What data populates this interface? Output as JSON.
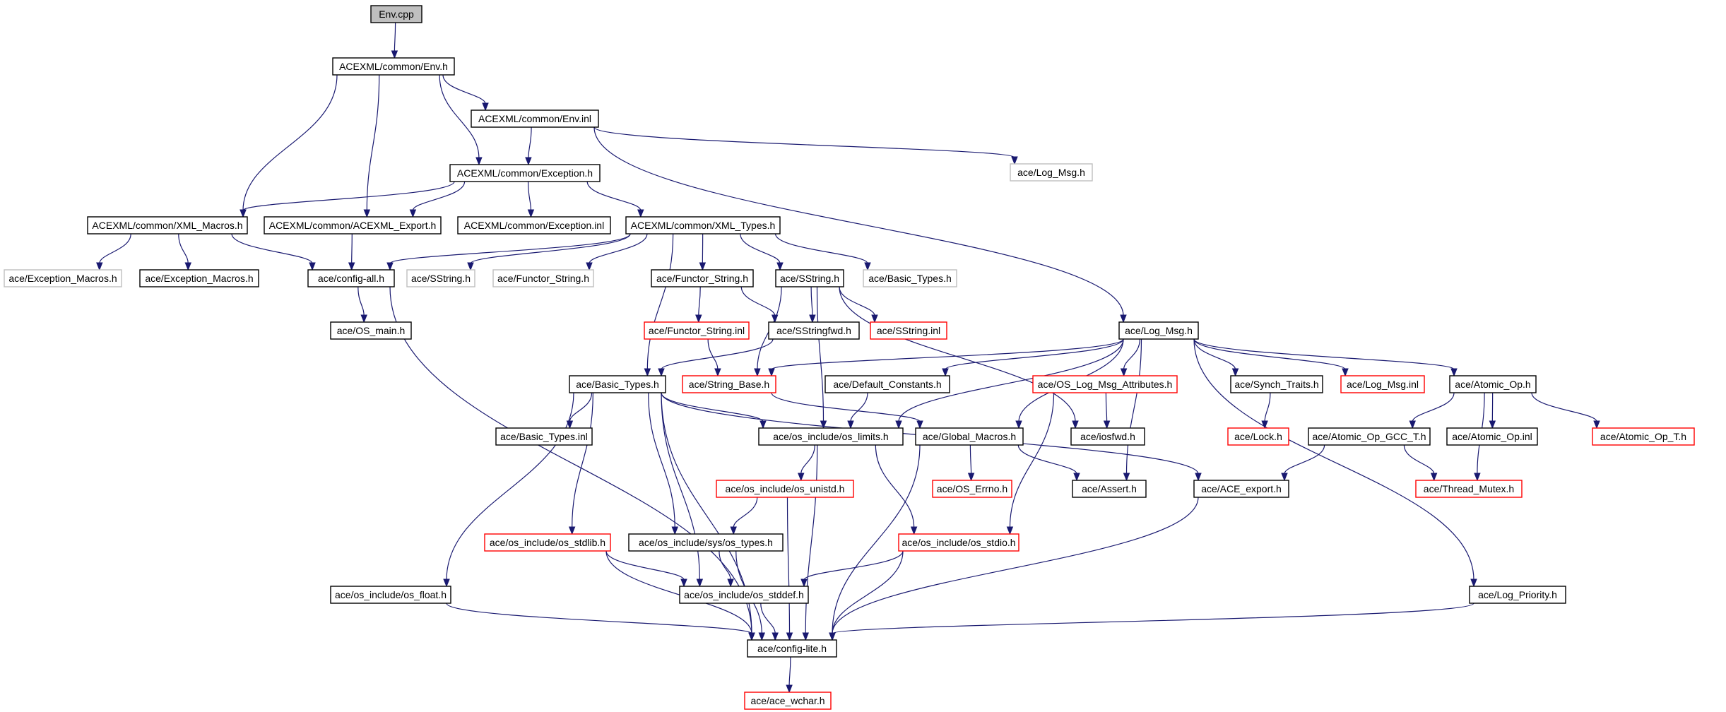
{
  "colors": {
    "edge": "#191970",
    "normal_border": "#000000",
    "normal_fill": "#ffffff",
    "root_fill": "#bfbfbf",
    "missing_border": "#ff0000",
    "external_border": "#bfbfbf"
  },
  "nodes": [
    {
      "id": "n_env_cpp",
      "label": "Env.cpp",
      "kind": "root"
    },
    {
      "id": "n_env_h",
      "label": "ACEXML/common/Env.h",
      "kind": "normal"
    },
    {
      "id": "n_env_inl",
      "label": "ACEXML/common/Env.inl",
      "kind": "normal"
    },
    {
      "id": "n_log_msg_ext",
      "label": "ace/Log_Msg.h",
      "kind": "external"
    },
    {
      "id": "n_exception_h",
      "label": "ACEXML/common/Exception.h",
      "kind": "normal"
    },
    {
      "id": "n_xml_macros",
      "label": "ACEXML/common/XML_Macros.h",
      "kind": "normal"
    },
    {
      "id": "n_acexml_export",
      "label": "ACEXML/common/ACEXML_Export.h",
      "kind": "normal"
    },
    {
      "id": "n_exception_inl",
      "label": "ACEXML/common/Exception.inl",
      "kind": "normal"
    },
    {
      "id": "n_xml_types",
      "label": "ACEXML/common/XML_Types.h",
      "kind": "normal"
    },
    {
      "id": "n_exc_macros_ext",
      "label": "ace/Exception_Macros.h",
      "kind": "external"
    },
    {
      "id": "n_exc_macros",
      "label": "ace/Exception_Macros.h",
      "kind": "normal"
    },
    {
      "id": "n_config_all",
      "label": "ace/config-all.h",
      "kind": "normal"
    },
    {
      "id": "n_sstring_ext",
      "label": "ace/SString.h",
      "kind": "external"
    },
    {
      "id": "n_functor_string_ext",
      "label": "ace/Functor_String.h",
      "kind": "external"
    },
    {
      "id": "n_functor_string",
      "label": "ace/Functor_String.h",
      "kind": "normal"
    },
    {
      "id": "n_sstring",
      "label": "ace/SString.h",
      "kind": "normal"
    },
    {
      "id": "n_basic_types_ext",
      "label": "ace/Basic_Types.h",
      "kind": "external"
    },
    {
      "id": "n_os_main",
      "label": "ace/OS_main.h",
      "kind": "normal"
    },
    {
      "id": "n_functor_string_inl",
      "label": "ace/Functor_String.inl",
      "kind": "missing"
    },
    {
      "id": "n_sstringfwd",
      "label": "ace/SStringfwd.h",
      "kind": "normal"
    },
    {
      "id": "n_sstring_inl",
      "label": "ace/SString.inl",
      "kind": "missing"
    },
    {
      "id": "n_log_msg",
      "label": "ace/Log_Msg.h",
      "kind": "normal"
    },
    {
      "id": "n_basic_types",
      "label": "ace/Basic_Types.h",
      "kind": "normal"
    },
    {
      "id": "n_string_base",
      "label": "ace/String_Base.h",
      "kind": "missing"
    },
    {
      "id": "n_default_constants",
      "label": "ace/Default_Constants.h",
      "kind": "normal"
    },
    {
      "id": "n_os_log_msg_attr",
      "label": "ace/OS_Log_Msg_Attributes.h",
      "kind": "missing"
    },
    {
      "id": "n_synch_traits",
      "label": "ace/Synch_Traits.h",
      "kind": "normal"
    },
    {
      "id": "n_log_msg_inl",
      "label": "ace/Log_Msg.inl",
      "kind": "missing"
    },
    {
      "id": "n_atomic_op",
      "label": "ace/Atomic_Op.h",
      "kind": "normal"
    },
    {
      "id": "n_basic_types_inl",
      "label": "ace/Basic_Types.inl",
      "kind": "normal"
    },
    {
      "id": "n_os_limits",
      "label": "ace/os_include/os_limits.h",
      "kind": "normal"
    },
    {
      "id": "n_global_macros",
      "label": "ace/Global_Macros.h",
      "kind": "normal"
    },
    {
      "id": "n_iosfwd",
      "label": "ace/iosfwd.h",
      "kind": "normal"
    },
    {
      "id": "n_lock",
      "label": "ace/Lock.h",
      "kind": "missing"
    },
    {
      "id": "n_atomic_op_gcc",
      "label": "ace/Atomic_Op_GCC_T.h",
      "kind": "normal"
    },
    {
      "id": "n_atomic_op_inl",
      "label": "ace/Atomic_Op.inl",
      "kind": "normal"
    },
    {
      "id": "n_atomic_op_t",
      "label": "ace/Atomic_Op_T.h",
      "kind": "missing"
    },
    {
      "id": "n_os_unistd",
      "label": "ace/os_include/os_unistd.h",
      "kind": "missing"
    },
    {
      "id": "n_os_errno",
      "label": "ace/OS_Errno.h",
      "kind": "missing"
    },
    {
      "id": "n_assert",
      "label": "ace/Assert.h",
      "kind": "normal"
    },
    {
      "id": "n_ace_export",
      "label": "ace/ACE_export.h",
      "kind": "normal"
    },
    {
      "id": "n_thread_mutex",
      "label": "ace/Thread_Mutex.h",
      "kind": "missing"
    },
    {
      "id": "n_os_stdlib",
      "label": "ace/os_include/os_stdlib.h",
      "kind": "missing"
    },
    {
      "id": "n_sys_os_types",
      "label": "ace/os_include/sys/os_types.h",
      "kind": "normal"
    },
    {
      "id": "n_os_stdio",
      "label": "ace/os_include/os_stdio.h",
      "kind": "missing"
    },
    {
      "id": "n_os_float",
      "label": "ace/os_include/os_float.h",
      "kind": "normal"
    },
    {
      "id": "n_os_stddef",
      "label": "ace/os_include/os_stddef.h",
      "kind": "normal"
    },
    {
      "id": "n_log_priority",
      "label": "ace/Log_Priority.h",
      "kind": "normal"
    },
    {
      "id": "n_config_lite",
      "label": "ace/config-lite.h",
      "kind": "normal"
    },
    {
      "id": "n_ace_wchar",
      "label": "ace/ace_wchar.h",
      "kind": "missing"
    }
  ],
  "edges": [
    [
      "n_env_cpp",
      "n_env_h"
    ],
    [
      "n_env_h",
      "n_env_inl"
    ],
    [
      "n_env_h",
      "n_exception_h"
    ],
    [
      "n_env_h",
      "n_xml_macros"
    ],
    [
      "n_env_h",
      "n_acexml_export"
    ],
    [
      "n_env_inl",
      "n_log_msg_ext"
    ],
    [
      "n_env_inl",
      "n_exception_h"
    ],
    [
      "n_env_inl",
      "n_log_msg"
    ],
    [
      "n_exception_h",
      "n_xml_macros"
    ],
    [
      "n_exception_h",
      "n_acexml_export"
    ],
    [
      "n_exception_h",
      "n_exception_inl"
    ],
    [
      "n_exception_h",
      "n_xml_types"
    ],
    [
      "n_xml_macros",
      "n_exc_macros_ext"
    ],
    [
      "n_xml_macros",
      "n_exc_macros"
    ],
    [
      "n_xml_macros",
      "n_config_all"
    ],
    [
      "n_acexml_export",
      "n_config_all"
    ],
    [
      "n_xml_types",
      "n_config_all"
    ],
    [
      "n_xml_types",
      "n_sstring_ext"
    ],
    [
      "n_xml_types",
      "n_functor_string_ext"
    ],
    [
      "n_xml_types",
      "n_functor_string"
    ],
    [
      "n_xml_types",
      "n_sstring"
    ],
    [
      "n_xml_types",
      "n_basic_types_ext"
    ],
    [
      "n_xml_types",
      "n_basic_types"
    ],
    [
      "n_config_all",
      "n_os_main"
    ],
    [
      "n_config_all",
      "n_config_lite"
    ],
    [
      "n_functor_string",
      "n_functor_string_inl"
    ],
    [
      "n_functor_string",
      "n_sstringfwd"
    ],
    [
      "n_functor_string_inl",
      "n_string_base"
    ],
    [
      "n_sstring",
      "n_sstringfwd"
    ],
    [
      "n_sstring",
      "n_sstring_inl"
    ],
    [
      "n_sstring",
      "n_string_base"
    ],
    [
      "n_sstring",
      "n_iosfwd"
    ],
    [
      "n_sstring",
      "n_os_limits"
    ],
    [
      "n_sstringfwd",
      "n_basic_types"
    ],
    [
      "n_log_msg",
      "n_string_base"
    ],
    [
      "n_log_msg",
      "n_default_constants"
    ],
    [
      "n_log_msg",
      "n_os_log_msg_attr"
    ],
    [
      "n_log_msg",
      "n_synch_traits"
    ],
    [
      "n_log_msg",
      "n_log_msg_inl"
    ],
    [
      "n_log_msg",
      "n_atomic_op"
    ],
    [
      "n_log_msg",
      "n_global_macros"
    ],
    [
      "n_log_msg",
      "n_assert"
    ],
    [
      "n_log_msg",
      "n_os_limits"
    ],
    [
      "n_log_msg",
      "n_log_priority"
    ],
    [
      "n_basic_types",
      "n_basic_types_inl"
    ],
    [
      "n_basic_types",
      "n_os_limits"
    ],
    [
      "n_basic_types",
      "n_ace_export"
    ],
    [
      "n_basic_types",
      "n_os_stdlib"
    ],
    [
      "n_basic_types",
      "n_sys_os_types"
    ],
    [
      "n_basic_types",
      "n_os_stddef"
    ],
    [
      "n_basic_types",
      "n_os_float"
    ],
    [
      "n_basic_types",
      "n_config_lite"
    ],
    [
      "n_string_base",
      "n_global_macros"
    ],
    [
      "n_default_constants",
      "n_os_limits"
    ],
    [
      "n_os_log_msg_attr",
      "n_iosfwd"
    ],
    [
      "n_os_log_msg_attr",
      "n_os_stdio"
    ],
    [
      "n_synch_traits",
      "n_lock"
    ],
    [
      "n_atomic_op",
      "n_atomic_op_gcc"
    ],
    [
      "n_atomic_op",
      "n_atomic_op_inl"
    ],
    [
      "n_atomic_op",
      "n_atomic_op_t"
    ],
    [
      "n_atomic_op",
      "n_thread_mutex"
    ],
    [
      "n_atomic_op_gcc",
      "n_ace_export"
    ],
    [
      "n_atomic_op_gcc",
      "n_thread_mutex"
    ],
    [
      "n_os_limits",
      "n_os_unistd"
    ],
    [
      "n_os_limits",
      "n_os_stdio"
    ],
    [
      "n_os_limits",
      "n_config_lite"
    ],
    [
      "n_global_macros",
      "n_os_errno"
    ],
    [
      "n_global_macros",
      "n_assert"
    ],
    [
      "n_global_macros",
      "n_config_lite"
    ],
    [
      "n_os_unistd",
      "n_sys_os_types"
    ],
    [
      "n_os_unistd",
      "n_config_lite"
    ],
    [
      "n_ace_export",
      "n_config_lite"
    ],
    [
      "n_os_stdlib",
      "n_os_stddef"
    ],
    [
      "n_os_stdlib",
      "n_config_lite"
    ],
    [
      "n_sys_os_types",
      "n_os_stddef"
    ],
    [
      "n_sys_os_types",
      "n_config_lite"
    ],
    [
      "n_os_stdio",
      "n_os_stddef"
    ],
    [
      "n_os_stdio",
      "n_config_lite"
    ],
    [
      "n_os_float",
      "n_config_lite"
    ],
    [
      "n_os_stddef",
      "n_config_lite"
    ],
    [
      "n_log_priority",
      "n_config_lite"
    ],
    [
      "n_config_lite",
      "n_ace_wchar"
    ]
  ]
}
